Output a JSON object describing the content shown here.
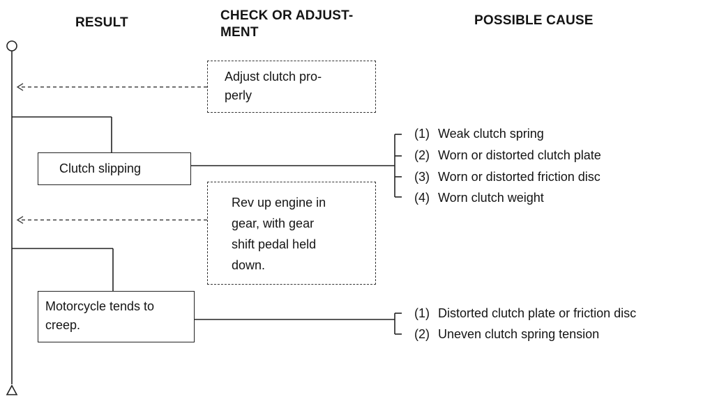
{
  "headers": {
    "result": "RESULT",
    "check_line1": "CHECK OR ADJUST-",
    "check_line2": "MENT",
    "cause": "POSSIBLE CAUSE"
  },
  "checks": [
    {
      "line1": "Adjust clutch pro-",
      "line2": "perly"
    },
    {
      "line1": "Rev up engine in",
      "line2": "gear, with gear",
      "line3": "shift pedal held",
      "line4": "down."
    }
  ],
  "results": [
    {
      "line1": "Clutch slipping"
    },
    {
      "line1": "Motorcycle tends to",
      "line2": "creep."
    }
  ],
  "causes_group1": [
    {
      "num": "(1)",
      "text": "Weak clutch spring"
    },
    {
      "num": "(2)",
      "text": "Worn or distorted clutch plate"
    },
    {
      "num": "(3)",
      "text": "Worn or distorted friction disc"
    },
    {
      "num": "(4)",
      "text": "Worn clutch weight"
    }
  ],
  "causes_group2": [
    {
      "num": "(1)",
      "text": "Distorted clutch plate or friction disc"
    },
    {
      "num": "(2)",
      "text": "Uneven clutch spring tension"
    }
  ]
}
